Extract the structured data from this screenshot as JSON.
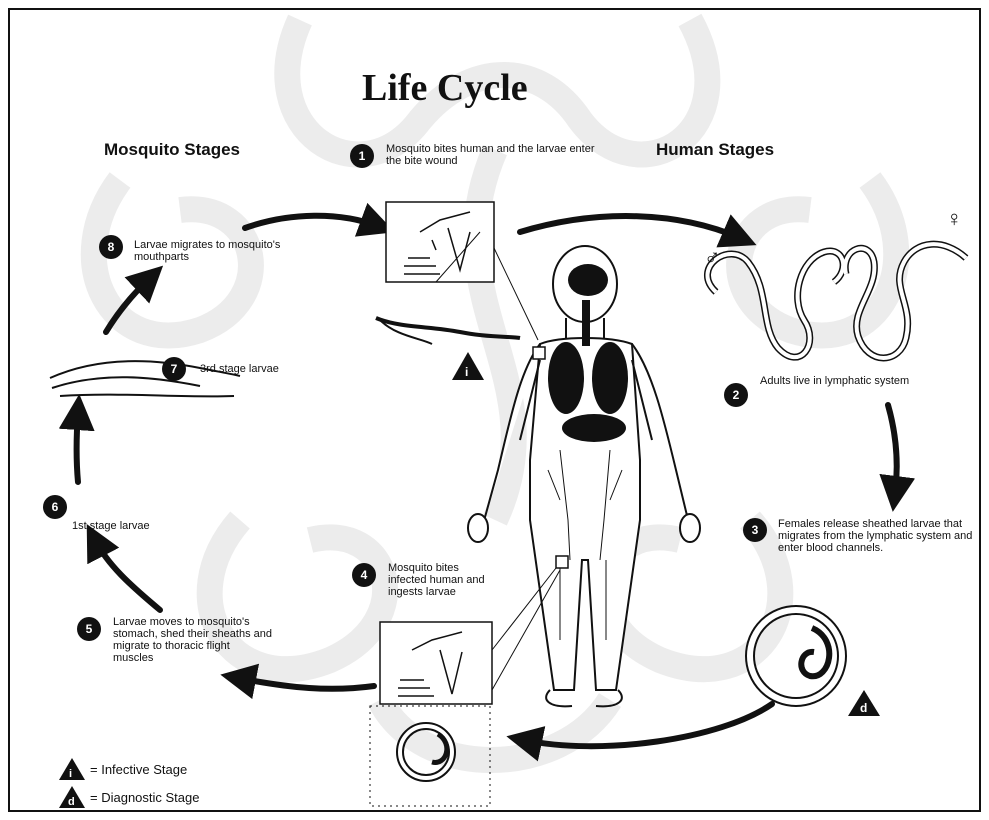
{
  "title": "Life Cycle",
  "headers": {
    "mosquito": "Mosquito Stages",
    "human": "Human Stages"
  },
  "steps": [
    {
      "num": "1",
      "text": "Mosquito bites human and the larvae enter the bite wound"
    },
    {
      "num": "2",
      "text": "Adults live in lymphatic system"
    },
    {
      "num": "3",
      "text": "Females release sheathed larvae that migrates from the lymphatic system and enter blood channels."
    },
    {
      "num": "4",
      "text": "Mosquito bites infected human and ingests larvae"
    },
    {
      "num": "5",
      "text": "Larvae moves to mosquito's stomach, shed their sheaths and migrate to thoracic flight muscles"
    },
    {
      "num": "6",
      "text": "1st stage larvae"
    },
    {
      "num": "7",
      "text": "3rd stage larvae"
    },
    {
      "num": "8",
      "text": "Larvae migrates to mosquito's mouthparts"
    }
  ],
  "sex_symbols": {
    "male": "♂",
    "female": "♀"
  },
  "legend": {
    "infective_marker": "i",
    "infective": "= Infective Stage",
    "diagnostic_marker": "d",
    "diagnostic": "= Diagnostic Stage"
  },
  "colors": {
    "ink": "#111111",
    "watermark": "#ececec",
    "background": "#ffffff"
  }
}
